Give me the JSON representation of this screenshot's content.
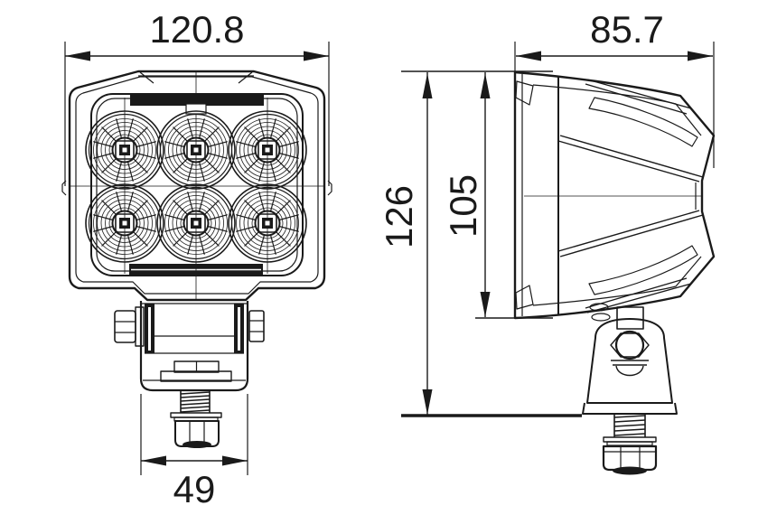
{
  "drawing": {
    "background": "#ffffff",
    "line_color": "#1a1a1a",
    "dimensions": {
      "front_width": "120.8",
      "side_depth": "85.7",
      "overall_height": "126",
      "body_height": "105",
      "bracket_width": "49"
    },
    "front_view": {
      "led_count": 6,
      "led_rows": 2,
      "led_columns": 3
    }
  }
}
